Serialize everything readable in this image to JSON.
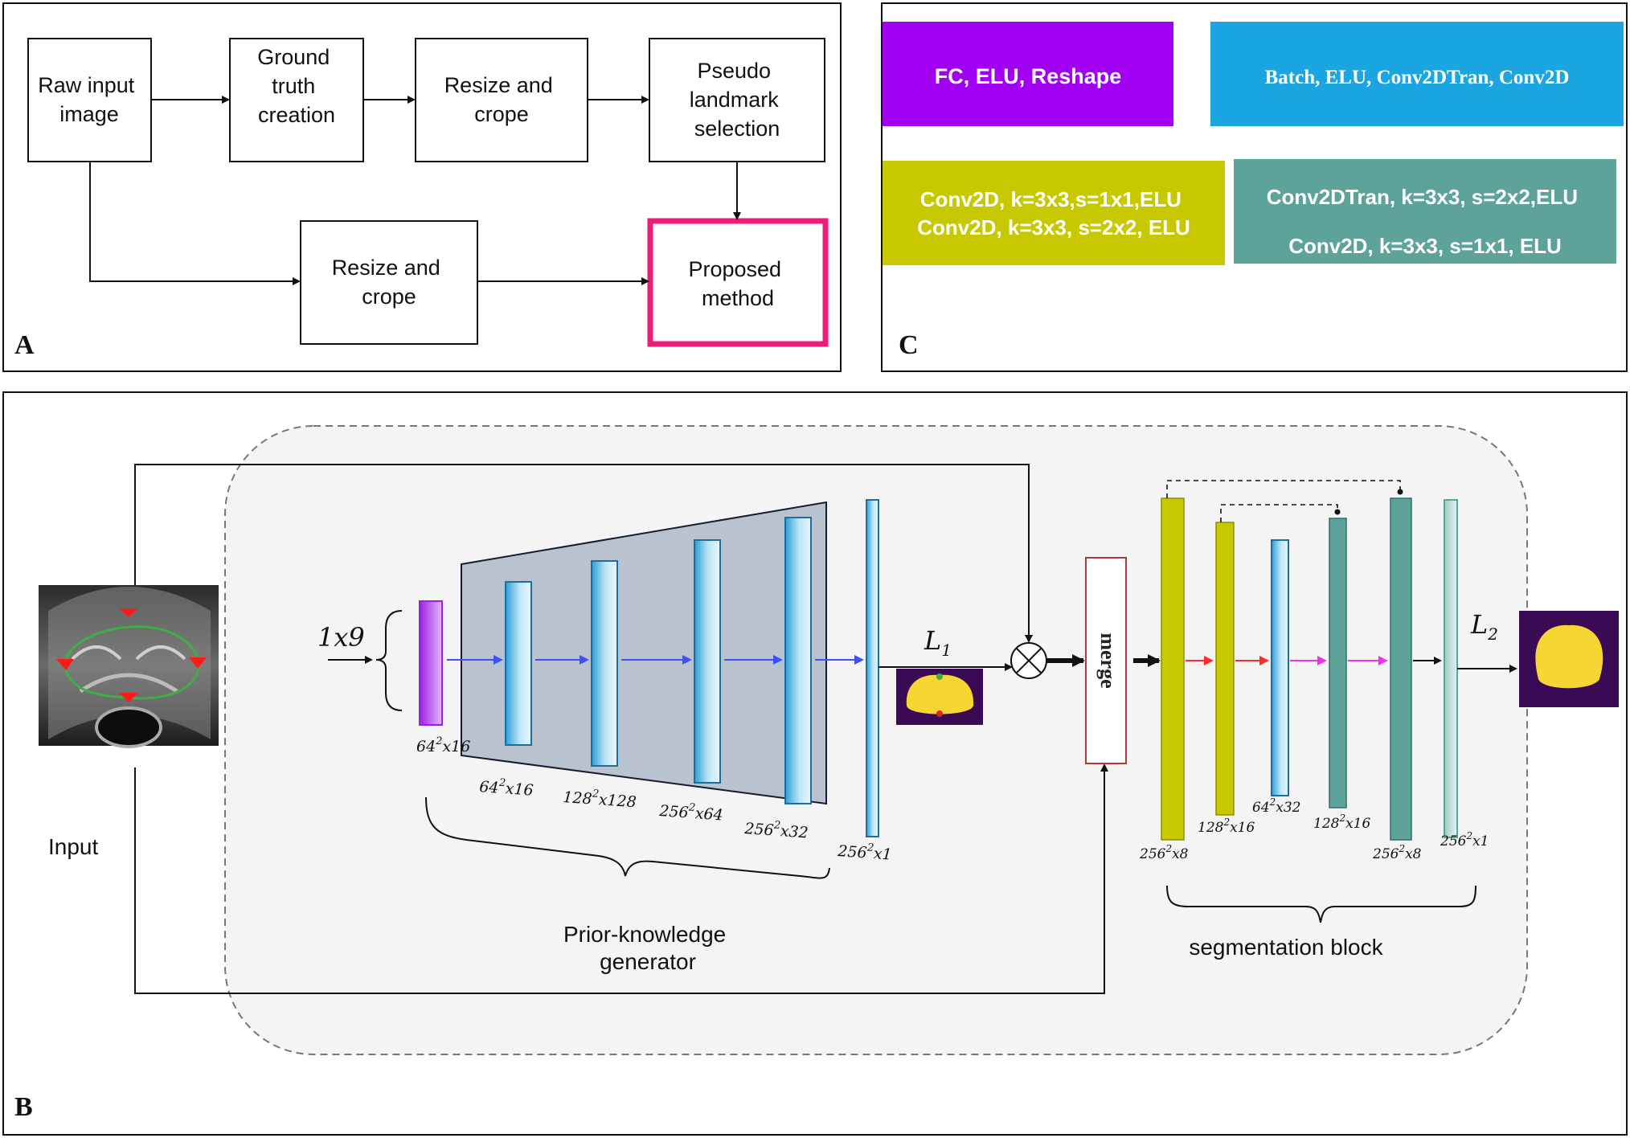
{
  "panel_a": {
    "letter": "A",
    "nodes": {
      "raw_input": [
        "Raw input",
        "image"
      ],
      "ground_truth": [
        "Ground",
        "truth",
        "creation"
      ],
      "resize_crop_top": [
        "Resize and",
        "crope"
      ],
      "pseudo_landmark": [
        "Pseudo",
        "landmark",
        "selection"
      ],
      "resize_crop_bottom": [
        "Resize and",
        "crope"
      ],
      "proposed_method": [
        "Proposed",
        "method"
      ]
    }
  },
  "panel_c": {
    "letter": "C",
    "legend": [
      {
        "key": "fc",
        "lines": [
          "FC, ELU, Reshape"
        ],
        "color": "#a100f2"
      },
      {
        "key": "batch",
        "lines": [
          "Batch, ELU, Conv2DTran, Conv2D"
        ],
        "color": "#1ba6e2"
      },
      {
        "key": "conv_down",
        "lines": [
          "Conv2D, k=3x3,s=1x1,ELU",
          "Conv2D, k=3x3, s=2x2, ELU"
        ],
        "color": "#c8c800"
      },
      {
        "key": "conv_up",
        "lines": [
          "Conv2DTran, k=3x3, s=2x2,ELU",
          "Conv2D, k=3x3, s=1x1, ELU"
        ],
        "color": "#5da39a"
      }
    ]
  },
  "panel_b": {
    "letter": "B",
    "input_label": "Input",
    "vector_label": "1x9",
    "loss1": {
      "base": "L",
      "sub": "1"
    },
    "loss2": {
      "base": "L",
      "sub": "2"
    },
    "merge_label": "merge",
    "generator_label": [
      "Prior-knowledge",
      "generator"
    ],
    "segmentation_label": "segmentation block",
    "generator_layers": [
      {
        "label": "64",
        "sup": "2",
        "rest": "x16"
      },
      {
        "label": "64",
        "sup": "2",
        "rest": "x16"
      },
      {
        "label": "128",
        "sup": "2",
        "rest": "x128"
      },
      {
        "label": "256",
        "sup": "2",
        "rest": "x64"
      },
      {
        "label": "256",
        "sup": "2",
        "rest": "x32"
      },
      {
        "label": "256",
        "sup": "2",
        "rest": "x1"
      }
    ],
    "segmentation_layers": [
      {
        "label": "256",
        "sup": "2",
        "rest": "x8"
      },
      {
        "label": "128",
        "sup": "2",
        "rest": "x16"
      },
      {
        "label": "64",
        "sup": "2",
        "rest": "x32"
      },
      {
        "label": "128",
        "sup": "2",
        "rest": "x16"
      },
      {
        "label": "256",
        "sup": "2",
        "rest": "x8"
      },
      {
        "label": "256",
        "sup": "2",
        "rest": "x1"
      }
    ],
    "colors": {
      "mask_yellow": "#f6d633",
      "mask_background": "#3b0a55",
      "merge_border": "#b03a2e",
      "arrow_blue": "#3c50ff",
      "arrow_red": "#ff2a2a",
      "arrow_magenta": "#ee33ee",
      "highlight_pink": "#ea1e7a"
    }
  }
}
